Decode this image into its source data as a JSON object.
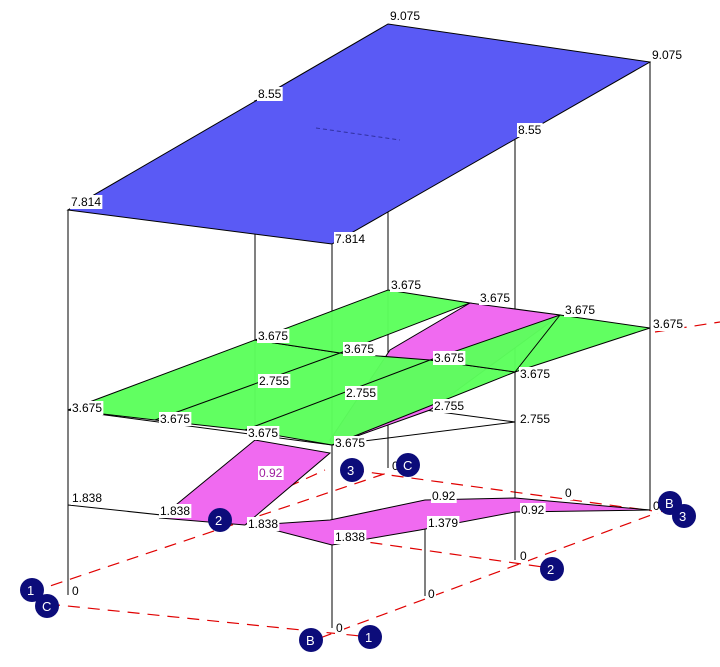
{
  "colors": {
    "roof": "#5a5af5",
    "floor": "#5cff5c",
    "ramp": "#f06af0",
    "axis": "#e00000",
    "bubble": "#0c0c7a",
    "edge": "#000000"
  },
  "labels": {
    "roof_back": "9.075",
    "roof_right": "9.075",
    "roof_mid_left": "8.55",
    "roof_mid_right": "8.55",
    "roof_front_left": "7.814",
    "roof_front_right": "7.814",
    "fl_back_1": "3.675",
    "fl_back_2": "3.675",
    "fl_back_3": "3.675",
    "fl_back_4": "3.675",
    "fl_mid_1": "3.675",
    "fl_mid_2": "3.675",
    "fl_mid_3": "3.675",
    "fl_mid_4": "3.675",
    "fl_front_1": "3.675",
    "fl_front_2": "3.675",
    "fl_front_3": "3.675",
    "fl_front_4": "3.675",
    "fl_inner_1": "2.755",
    "fl_inner_2": "2.755",
    "fl_inner_3": "2.755",
    "fl_inner_4": "2.755",
    "ramp_1": "0.92",
    "ramp_2": "0.92",
    "ramp_3": "0.92",
    "ramp_4": "1.379",
    "low_1": "1.838",
    "low_2": "1.838",
    "low_3": "1.838",
    "low_4": "1.838",
    "zero_1": "0",
    "zero_2": "0",
    "zero_3": "0",
    "zero_4": "0",
    "zero_5": "0",
    "zero_6": "0"
  },
  "grid_bubbles": {
    "b1_left": "1",
    "c_left": "C",
    "b_front": "B",
    "b1_front": "1",
    "b2_front": "2",
    "b2_right": "2",
    "b3_mid": "3",
    "c_mid": "C",
    "b_right": "B",
    "b3_right": "3"
  }
}
